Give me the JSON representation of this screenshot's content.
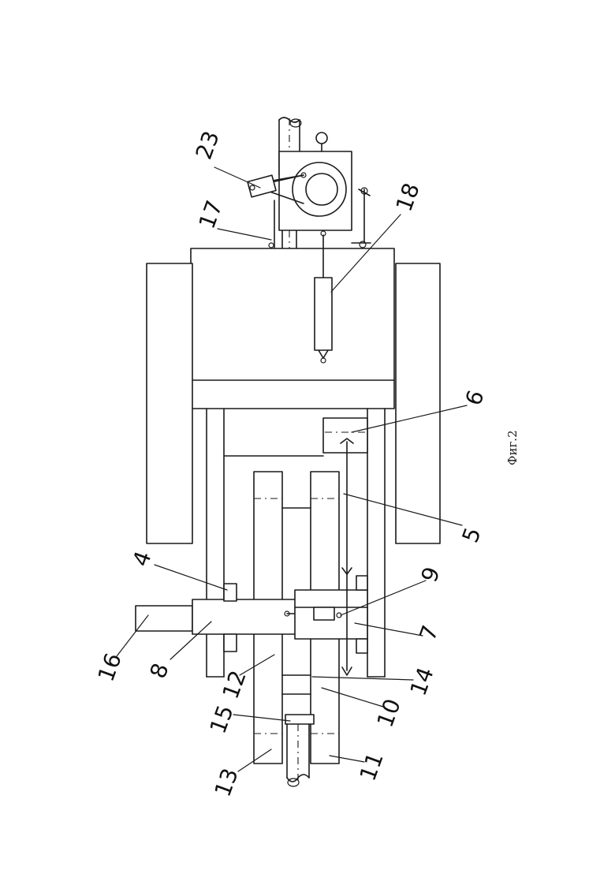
{
  "figure": {
    "caption": "Фиг.2",
    "labels": {
      "l4": "4",
      "l5": "5",
      "l6": "6",
      "l7": "7",
      "l8": "8",
      "l9": "9",
      "l10": "10",
      "l11": "11",
      "l12": "12",
      "l13": "13",
      "l14": "14",
      "l15": "15",
      "l16": "16",
      "l17": "17",
      "l18": "18",
      "l23": "23"
    }
  }
}
